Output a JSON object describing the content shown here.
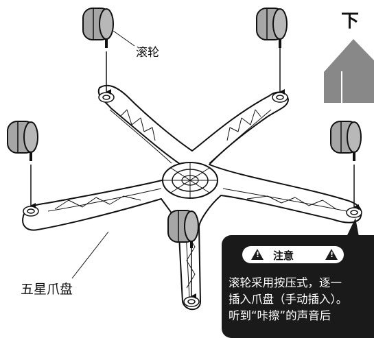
{
  "labels": {
    "caster": "滚轮",
    "base": "五星爪盘",
    "down": "下"
  },
  "notice": {
    "title": "注意",
    "lines": [
      "滚轮采用按压式，逐一",
      "插入爪盘（手动插入）。",
      "听到“咔擦”的声音后"
    ]
  },
  "colors": {
    "arrow": "#888888",
    "caster_wheel": "#a6a6a6",
    "notice_bg": "#1a1a1a",
    "outline": "#111111"
  }
}
